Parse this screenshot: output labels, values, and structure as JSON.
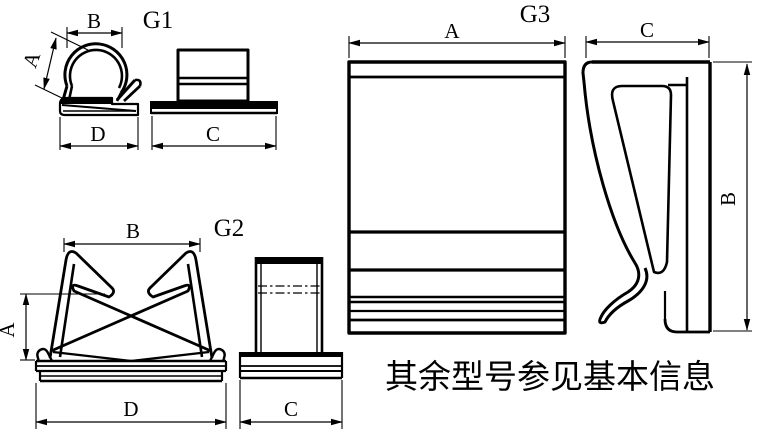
{
  "colors": {
    "line": "#000000",
    "background": "#ffffff"
  },
  "models": {
    "g1": {
      "label": "G1",
      "dim_a": "A",
      "dim_b": "B",
      "dim_c": "C",
      "dim_d": "D"
    },
    "g2": {
      "label": "G2",
      "dim_a": "A",
      "dim_b": "B",
      "dim_c": "C",
      "dim_d": "D"
    },
    "g3": {
      "label": "G3",
      "dim_a": "A",
      "dim_b": "B",
      "dim_c": "C"
    }
  },
  "note": {
    "text": "其余型号参见基本信息"
  }
}
